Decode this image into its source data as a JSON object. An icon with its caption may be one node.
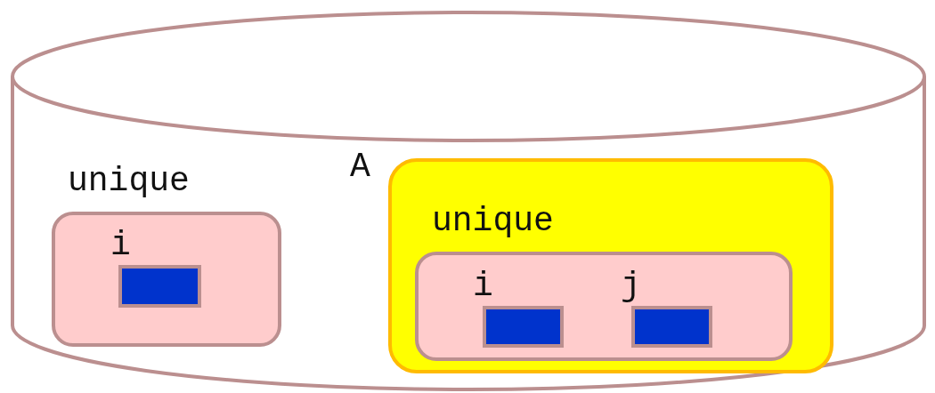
{
  "diagram": {
    "nodes": [
      {
        "text": [],
        "shape": "cylinder"
      },
      {
        "text": [
          "unique"
        ],
        "in": 0
      },
      {
        "text": [
          "i"
        ],
        "in": 1
      },
      {
        "text": [
          "A"
        ],
        "in": 0
      },
      {
        "text": [
          "unique"
        ],
        "in": 3
      },
      {
        "text": [
          "i"
        ],
        "in": 4
      },
      {
        "text": [
          "j"
        ],
        "in": 4
      }
    ]
  }
}
